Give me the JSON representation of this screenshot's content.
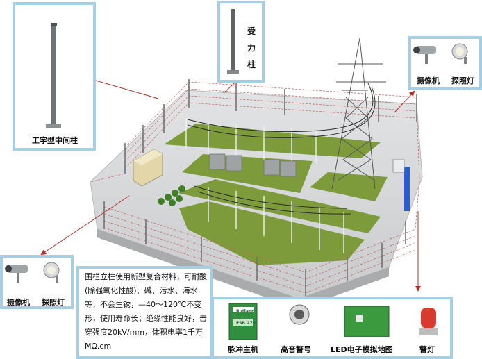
{
  "labels": {
    "middle_post": "工字型中间柱",
    "stress_post": "受力柱",
    "camera_right": "摄像机",
    "floodlight_right": "探照灯",
    "camera_left": "摄像机",
    "floodlight_left": "探照灯",
    "pulse_host": "脉冲主机",
    "siren": "高音警号",
    "led_map": "LED电子模拟地图",
    "alarm_lamp": "警灯"
  },
  "description": "围栏立柱使用新型复合材料，可耐酸(除强氧化性酸)、碱、污水、海水等，不会生锈，—40～120℃不变形，使用寿命长；绝缘性能良好，击穿强度20kV/mm，体积电率1千万MΩ.cm",
  "device_text": {
    "brand": "Rutland",
    "model": "ESB.275"
  },
  "colors": {
    "panel_border": "#a6cfe3",
    "arrow": "#b03028",
    "grass": "#7e9b3c",
    "ground": "#d5d7d9"
  }
}
